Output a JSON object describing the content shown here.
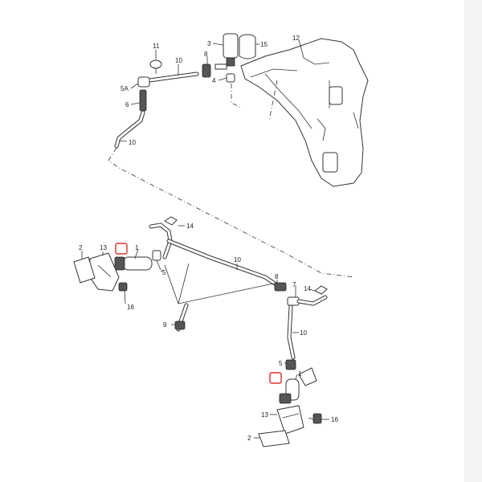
{
  "callouts": {
    "c11": "11",
    "c10_top": "10",
    "c3": "3",
    "c15": "15",
    "c12": "12",
    "c8_top": "8",
    "c4": "4",
    "c5a": "5A",
    "c6": "6",
    "c10_left": "10",
    "c14_top": "14",
    "c2_left": "2",
    "c13_left": "13",
    "c1_left": "1",
    "c10_mid": "10",
    "c5_left": "5",
    "c8_mid": "8",
    "c7": "7",
    "c14_right": "14",
    "c16_left": "16",
    "c9": "9",
    "c10_vert": "10",
    "c5_right": "5",
    "c1_right": "1",
    "c13_right": "13",
    "c16_right": "16",
    "c2_right": "2"
  },
  "highlights": {
    "color": "#e0302a"
  }
}
